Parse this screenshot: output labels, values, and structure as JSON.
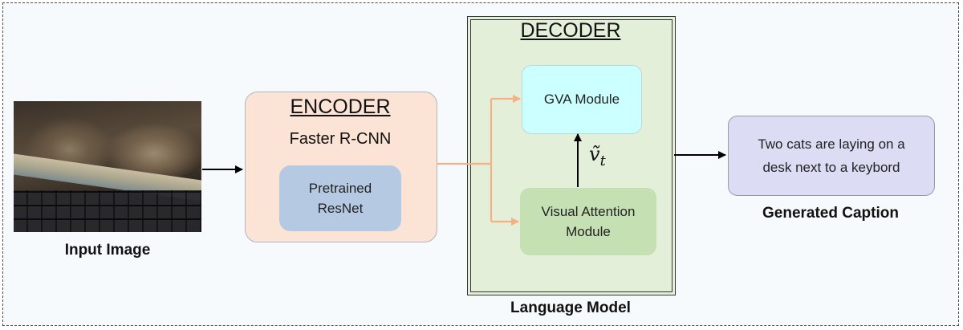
{
  "input": {
    "label": "Input Image"
  },
  "encoder": {
    "title": "ENCODER",
    "subtitle": "Faster R-CNN",
    "inner_line1": "Pretrained",
    "inner_line2": "ResNet"
  },
  "decoder": {
    "title": "DECODER",
    "gva_label": "GVA Module",
    "attention_line1": "Visual Attention",
    "attention_line2": "Module",
    "vector_symbol": "ṽ",
    "vector_subscript": "t",
    "footer": "Language Model"
  },
  "output": {
    "caption_line1": "Two cats are laying on a",
    "caption_line2": "desk next to a keybord",
    "label": "Generated Caption"
  },
  "colors": {
    "encoder_fill": "#fbe4d5",
    "resnet_fill": "#b5c9e3",
    "decoder_fill": "#e4efd9",
    "gva_fill": "#ccffff",
    "attention_fill": "#c5e0b3",
    "caption_fill": "#dcdcf5",
    "orange_arrow": "#f4b183",
    "black_arrow": "#000000"
  }
}
